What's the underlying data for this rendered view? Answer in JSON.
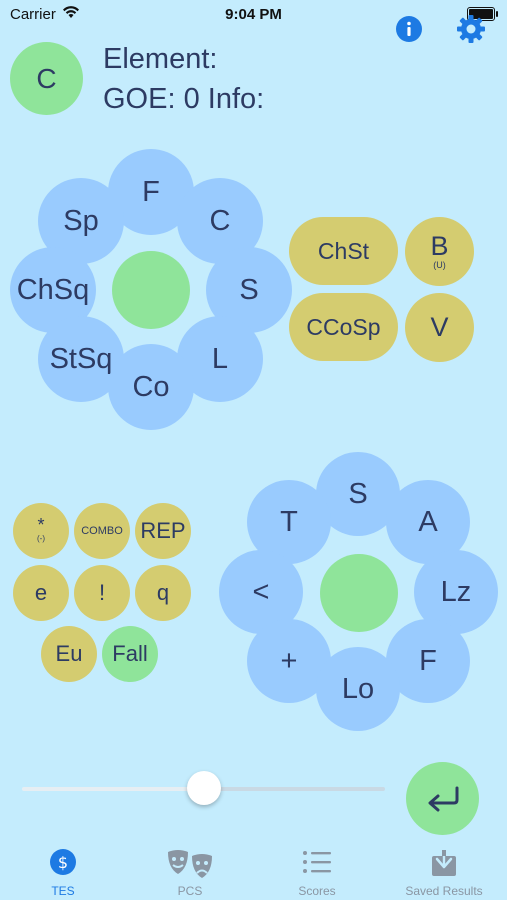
{
  "status": {
    "carrier": "Carrier",
    "time": "9:04 PM"
  },
  "header": {
    "element_badge": "C",
    "element_label": "Element:",
    "goe_label": "GOE: 0 Info:"
  },
  "wheel_top": {
    "items": [
      "F",
      "C",
      "S",
      "L",
      "Co",
      "StSq",
      "ChSq",
      "Sp"
    ]
  },
  "side_buttons": {
    "chst": "ChSt",
    "b": "B",
    "b_sub": "(U)",
    "ccosp": "CCoSp",
    "v": "V"
  },
  "modifiers": {
    "star": "*",
    "star_sub": "(-)",
    "combo": "COMBO",
    "rep": "REP",
    "e": "e",
    "excl": "!",
    "q": "q",
    "eu": "Eu",
    "fall": "Fall"
  },
  "wheel_bottom": {
    "items": [
      "S",
      "A",
      "Lz",
      "F",
      "Lo",
      "+",
      "<",
      "T"
    ]
  },
  "tabs": [
    {
      "label": "TES",
      "active": true
    },
    {
      "label": "PCS",
      "active": false
    },
    {
      "label": "Scores",
      "active": false
    },
    {
      "label": "Saved Results",
      "active": false
    }
  ],
  "slider": {
    "value": 0.5
  },
  "colors": {
    "background": "#c4ecfd",
    "blue": "#99cbfe",
    "green": "#8fe49a",
    "olive": "#d4cc70",
    "accent": "#1d7ae3"
  },
  "icons": {
    "info": "info-icon",
    "settings": "gear-icon",
    "enter": "return-arrow-icon"
  }
}
